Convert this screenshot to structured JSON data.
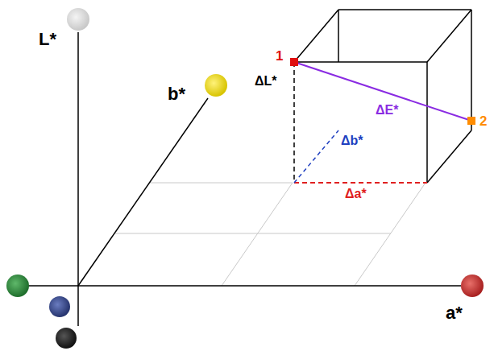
{
  "diagram": {
    "labels": [
      "L*",
      "b*",
      "a*",
      "1",
      "2",
      "ΔL*",
      "Δb*",
      "ΔE*",
      "Δa*"
    ]
  }
}
